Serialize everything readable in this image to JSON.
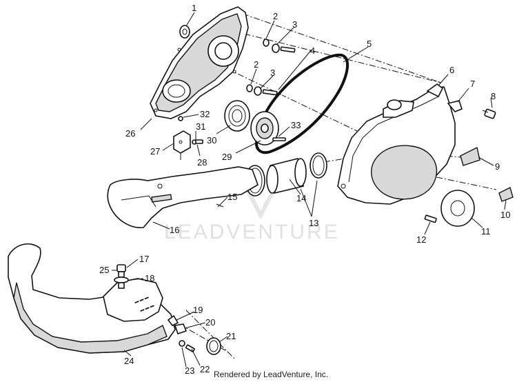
{
  "callouts": {
    "c1": "1",
    "c2a": "2",
    "c2b": "2",
    "c3a": "3",
    "c3b": "3",
    "c4": "4",
    "c5": "5",
    "c6": "6",
    "c7": "7",
    "c8": "8",
    "c9": "9",
    "c10": "10",
    "c11": "11",
    "c12": "12",
    "c13": "13",
    "c14": "14",
    "c15": "15",
    "c16": "16",
    "c17": "17",
    "c18": "18",
    "c19": "19",
    "c20": "20",
    "c21": "21",
    "c22": "22",
    "c23": "23",
    "c24": "24",
    "c25": "25",
    "c26": "26",
    "c27": "27",
    "c28": "28",
    "c29": "29",
    "c30": "30",
    "c31": "31",
    "c32": "32",
    "c33": "33"
  },
  "watermark": "LEADVENTURE",
  "footer": "Rendered by LeadVenture, Inc."
}
